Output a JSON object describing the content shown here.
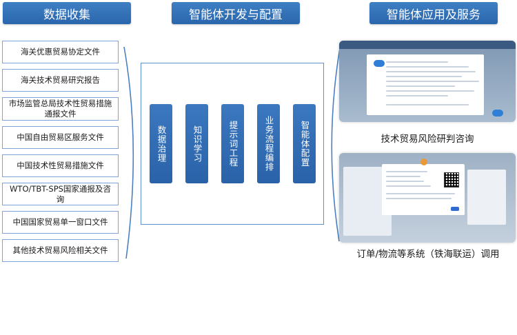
{
  "headers": {
    "collection": "数据收集",
    "development": "智能体开发与配置",
    "application": "智能体应用及服务"
  },
  "documents": [
    "海关优惠贸易协定文件",
    "海关技术贸易研究报告",
    "市场监管总局技术性贸易措施通报文件",
    "中国自由贸易区服务文件",
    "中国技术性贸易措施文件",
    "WTO/TBT-SPS国家通报及咨询",
    "中国国家贸易单一窗口文件",
    "其他技术贸易风险相关文件"
  ],
  "steps": [
    "数据治理",
    "知识学习",
    "提示词工程",
    "业务流程编排",
    "智能体配置"
  ],
  "services": [
    {
      "caption": "技术贸易风险研判咨询"
    },
    {
      "caption": "订单/物流等系统（铁海联运）调用"
    }
  ],
  "colors": {
    "header_blue": "#2f6cb5",
    "step_blue": "#2f68ae",
    "border_blue": "#7ca3d3"
  }
}
